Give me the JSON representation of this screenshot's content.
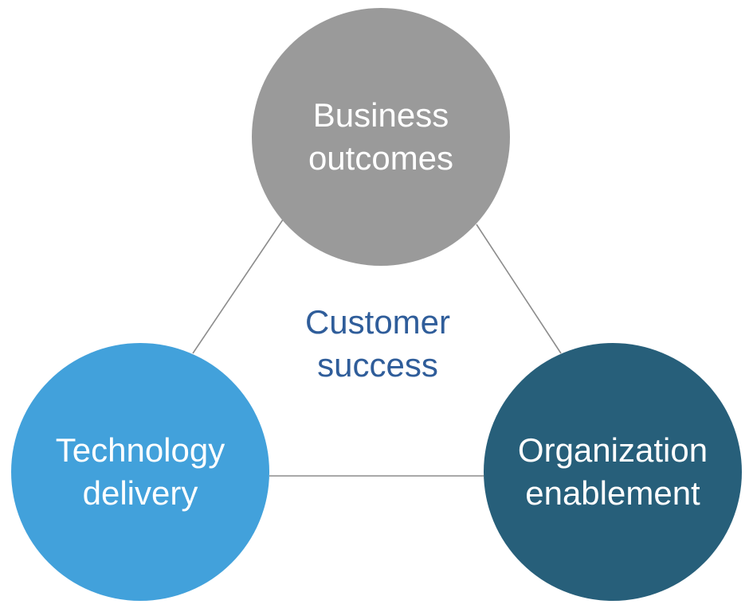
{
  "center": {
    "label": "Customer\nsuccess",
    "color": "#2f5d9a"
  },
  "nodes": {
    "business": {
      "label": "Business\noutcomes",
      "color": "#9a9a9a"
    },
    "technology": {
      "label": "Technology\ndelivery",
      "color": "#42a1db"
    },
    "organization": {
      "label": "Organization\nenablement",
      "color": "#275f7a"
    }
  },
  "connector_color": "#8c8c8c"
}
